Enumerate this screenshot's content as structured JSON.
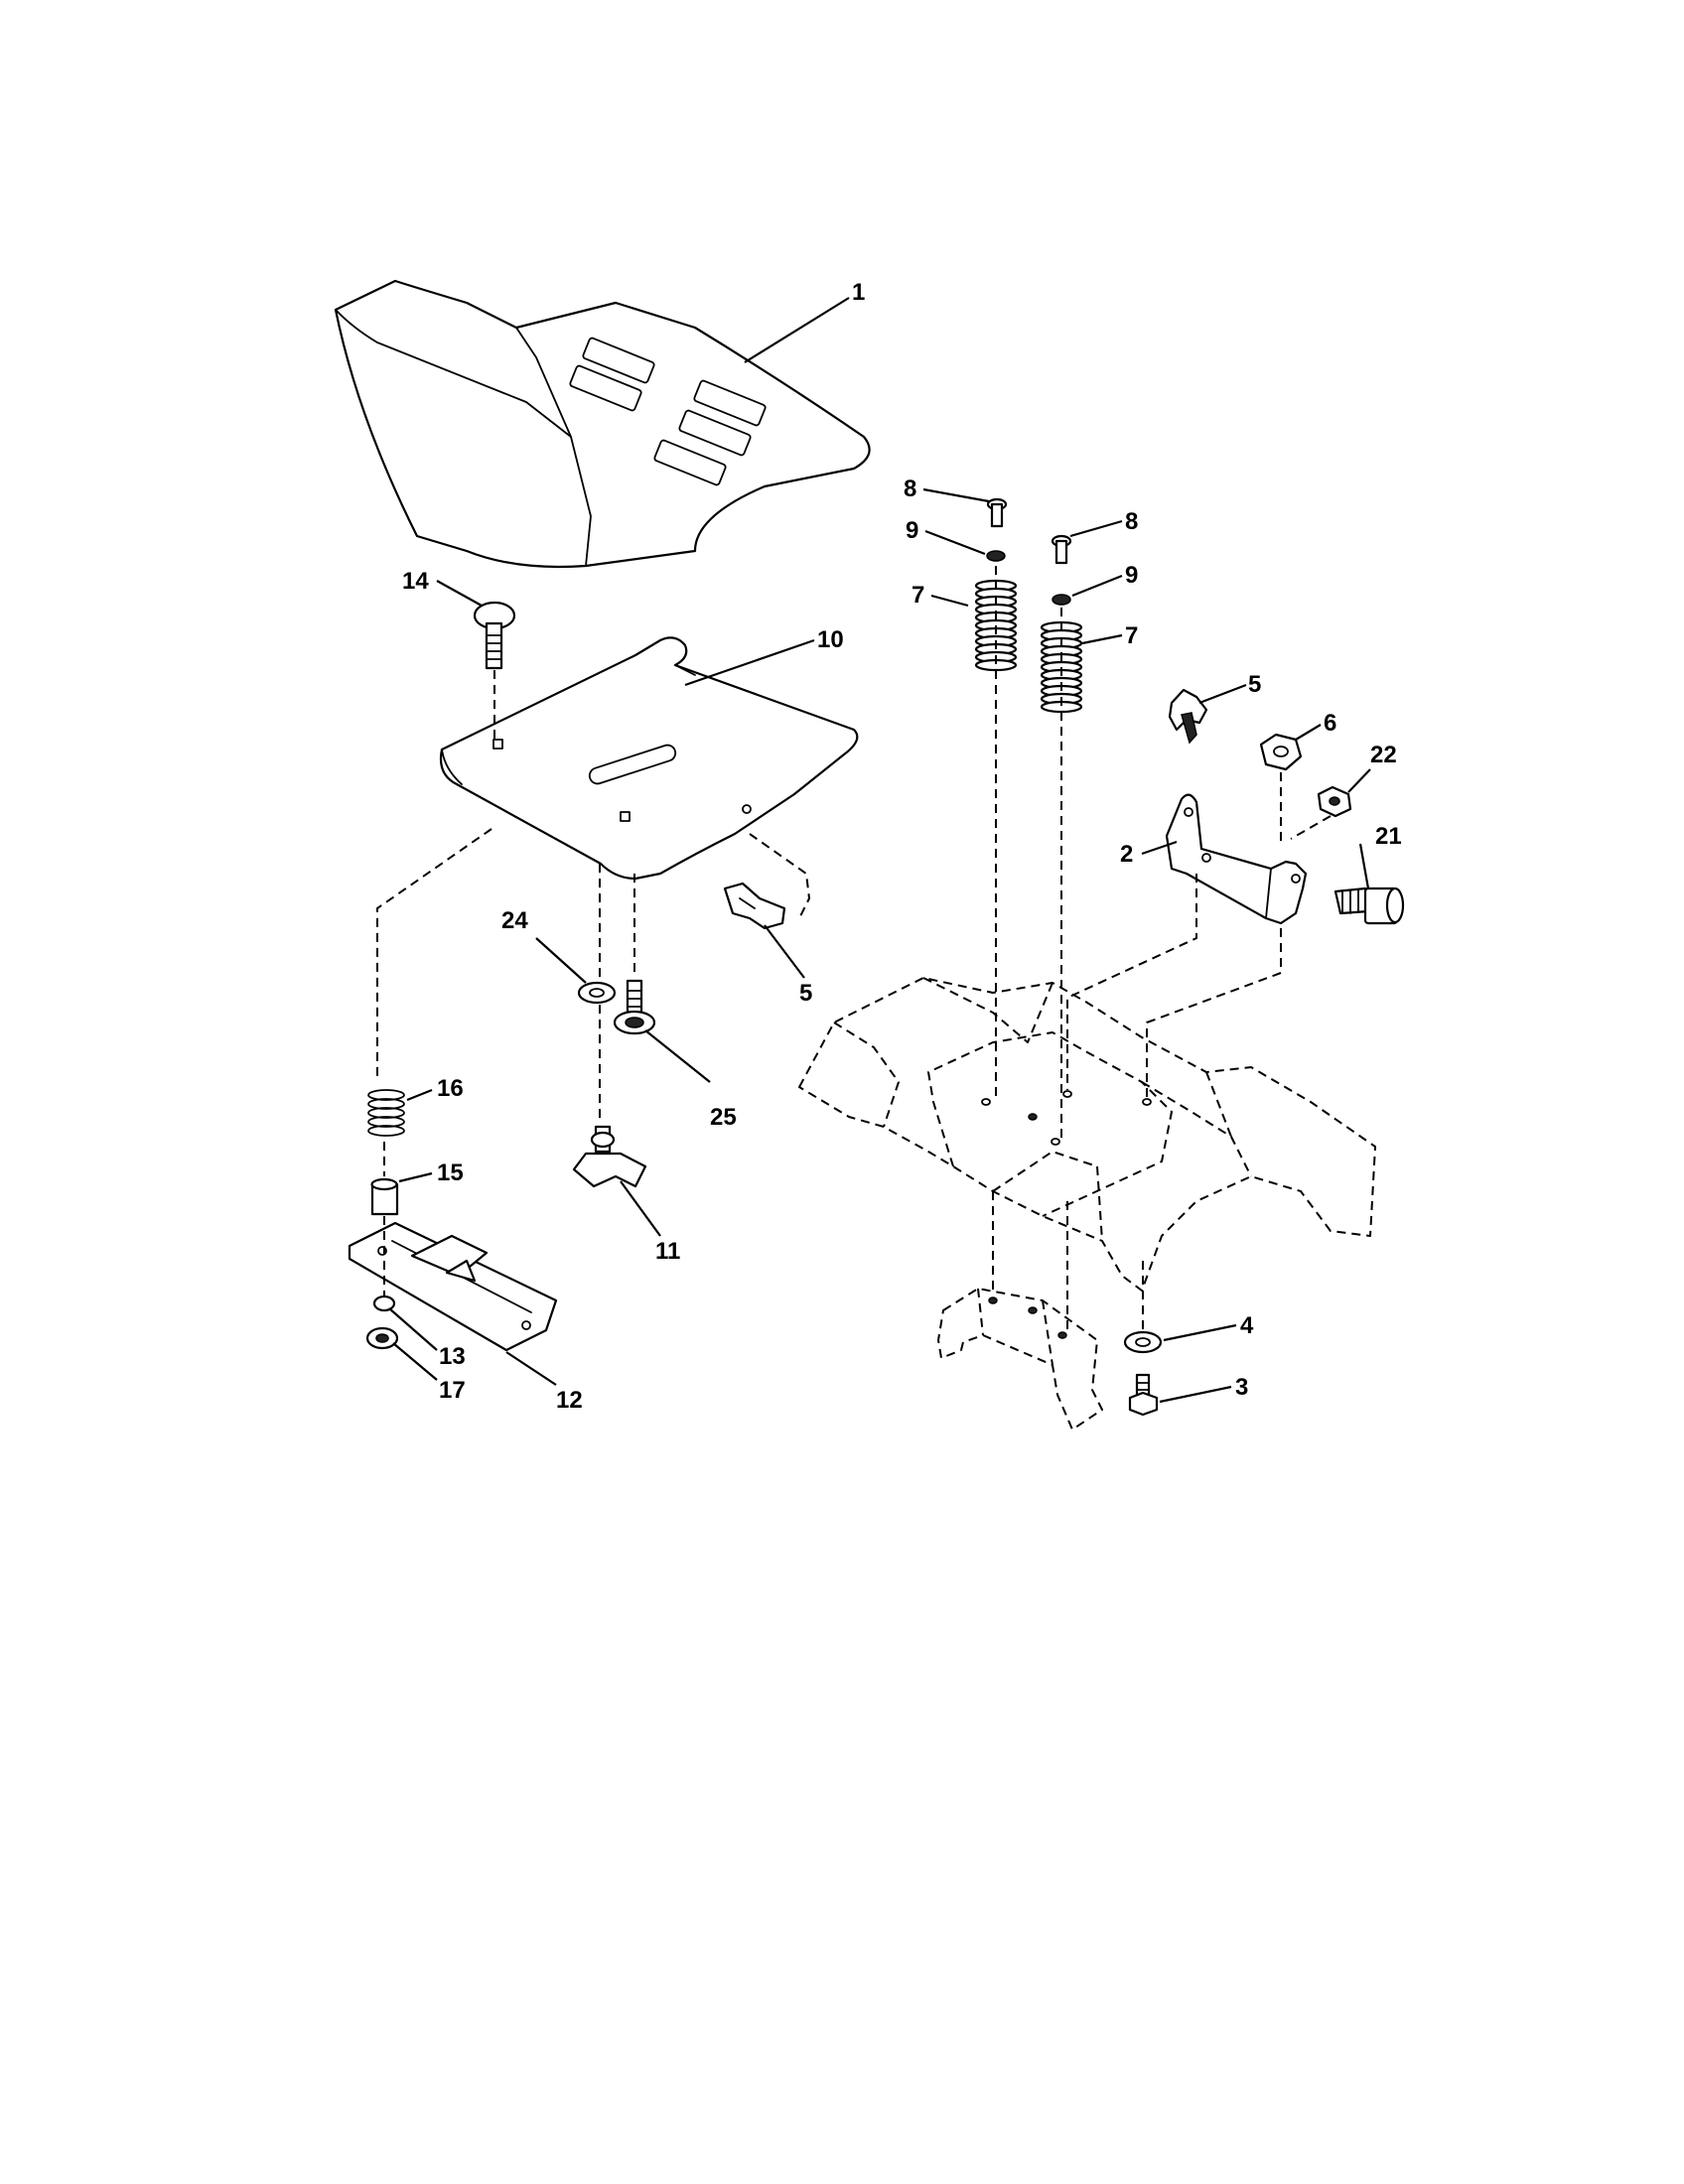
{
  "diagram": {
    "callouts": [
      {
        "id": "c1",
        "label": "1"
      },
      {
        "id": "c2",
        "label": "2"
      },
      {
        "id": "c3",
        "label": "3"
      },
      {
        "id": "c4",
        "label": "4"
      },
      {
        "id": "c5a",
        "label": "5"
      },
      {
        "id": "c5b",
        "label": "5"
      },
      {
        "id": "c6",
        "label": "6"
      },
      {
        "id": "c7a",
        "label": "7"
      },
      {
        "id": "c7b",
        "label": "7"
      },
      {
        "id": "c8a",
        "label": "8"
      },
      {
        "id": "c8b",
        "label": "8"
      },
      {
        "id": "c9a",
        "label": "9"
      },
      {
        "id": "c9b",
        "label": "9"
      },
      {
        "id": "c10",
        "label": "10"
      },
      {
        "id": "c11",
        "label": "11"
      },
      {
        "id": "c12",
        "label": "12"
      },
      {
        "id": "c13",
        "label": "13"
      },
      {
        "id": "c14",
        "label": "14"
      },
      {
        "id": "c15",
        "label": "15"
      },
      {
        "id": "c16",
        "label": "16"
      },
      {
        "id": "c17",
        "label": "17"
      },
      {
        "id": "c21",
        "label": "21"
      },
      {
        "id": "c22",
        "label": "22"
      },
      {
        "id": "c24",
        "label": "24"
      },
      {
        "id": "c25",
        "label": "25"
      }
    ]
  }
}
